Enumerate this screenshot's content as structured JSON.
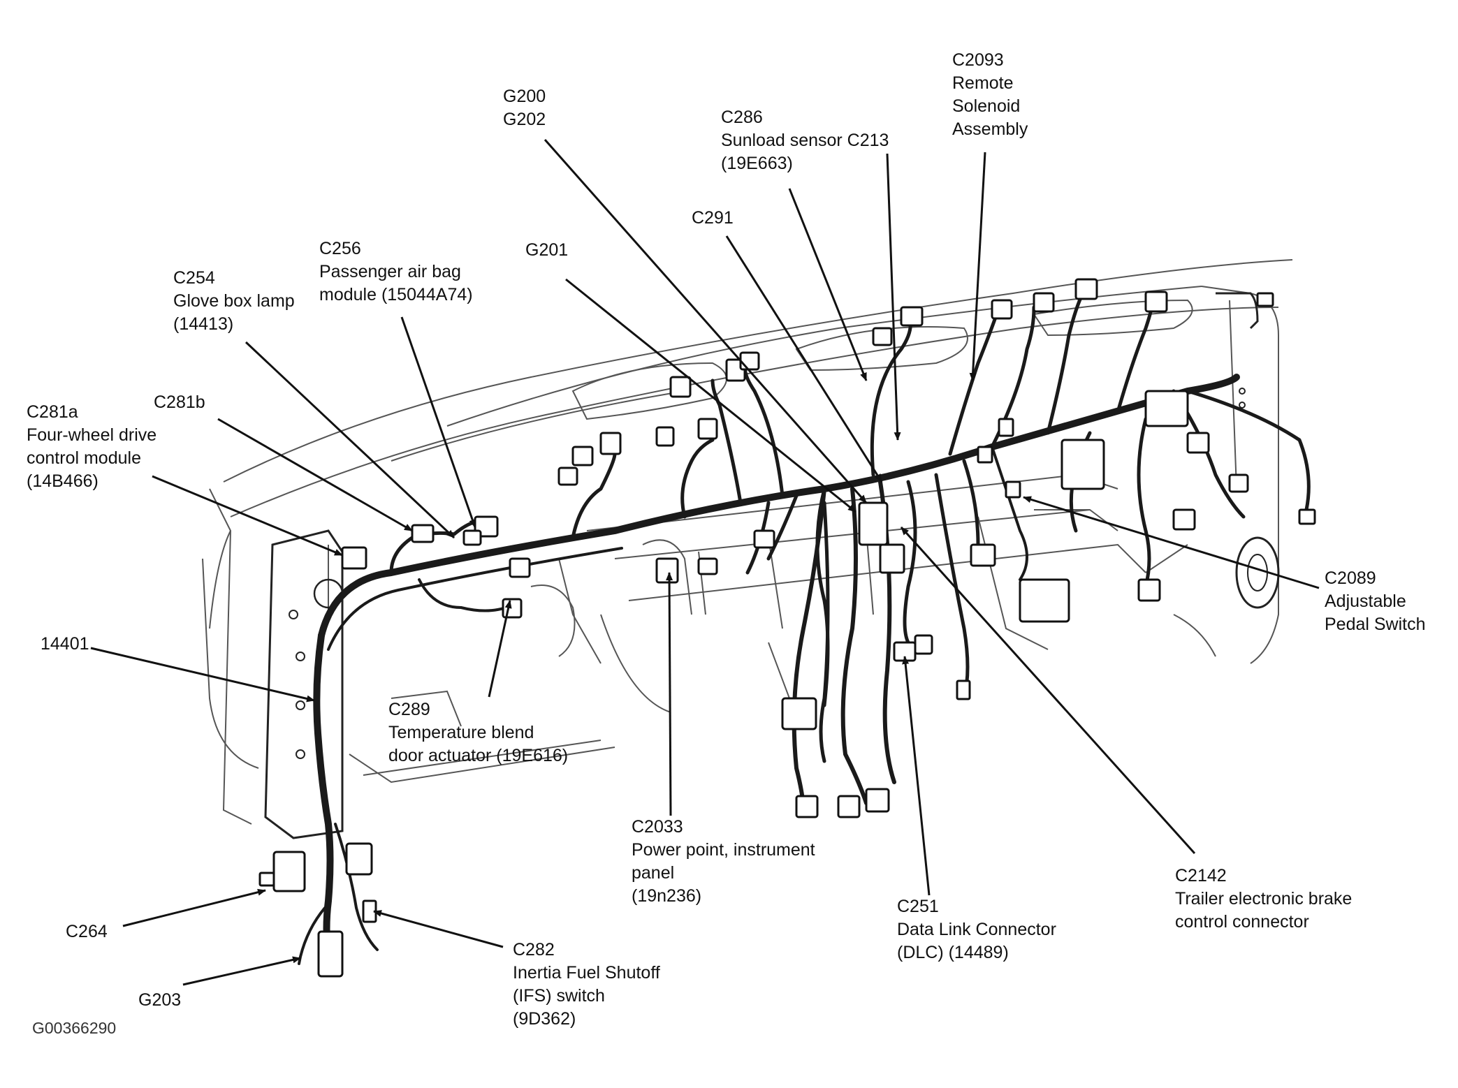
{
  "colors": {
    "ink": "#111111",
    "paper": "#ffffff",
    "harness": "#1a1a1a"
  },
  "figure_id": "G00366290",
  "callouts": [
    {
      "id": "c2093",
      "lines": [
        "C2093",
        "Remote",
        "Solenoid",
        "Assembly"
      ]
    },
    {
      "id": "g200",
      "lines": [
        "G200",
        "G202"
      ]
    },
    {
      "id": "c286",
      "lines": [
        "C286",
        "Sunload sensor C213",
        "(19E663)"
      ]
    },
    {
      "id": "c291",
      "lines": [
        "C291"
      ]
    },
    {
      "id": "g201",
      "lines": [
        "G201"
      ]
    },
    {
      "id": "c256",
      "lines": [
        "C256",
        "Passenger air bag",
        "module (15044A74)"
      ]
    },
    {
      "id": "c254",
      "lines": [
        "C254",
        "Glove box lamp",
        "(14413)"
      ]
    },
    {
      "id": "c281b",
      "lines": [
        "C281b"
      ]
    },
    {
      "id": "c281a",
      "lines": [
        "C281a",
        "Four-wheel drive",
        "control module",
        "(14B466)"
      ]
    },
    {
      "id": "h14401",
      "lines": [
        "14401"
      ]
    },
    {
      "id": "c289",
      "lines": [
        "C289",
        "Temperature blend",
        "door actuator (19E616)"
      ]
    },
    {
      "id": "c2089",
      "lines": [
        "C2089",
        "Adjustable",
        "Pedal Switch"
      ]
    },
    {
      "id": "c2033",
      "lines": [
        "C2033",
        "Power point, instrument",
        "panel",
        "(19n236)"
      ]
    },
    {
      "id": "c2142",
      "lines": [
        "C2142",
        "Trailer electronic brake",
        "control connector"
      ]
    },
    {
      "id": "c251",
      "lines": [
        "C251",
        "Data Link Connector",
        "(DLC) (14489)"
      ]
    },
    {
      "id": "c264",
      "lines": [
        "C264"
      ]
    },
    {
      "id": "c282",
      "lines": [
        "C282",
        "Inertia Fuel Shutoff",
        "(IFS) switch",
        "(9D362)"
      ]
    },
    {
      "id": "g203",
      "lines": [
        "G203"
      ]
    }
  ]
}
